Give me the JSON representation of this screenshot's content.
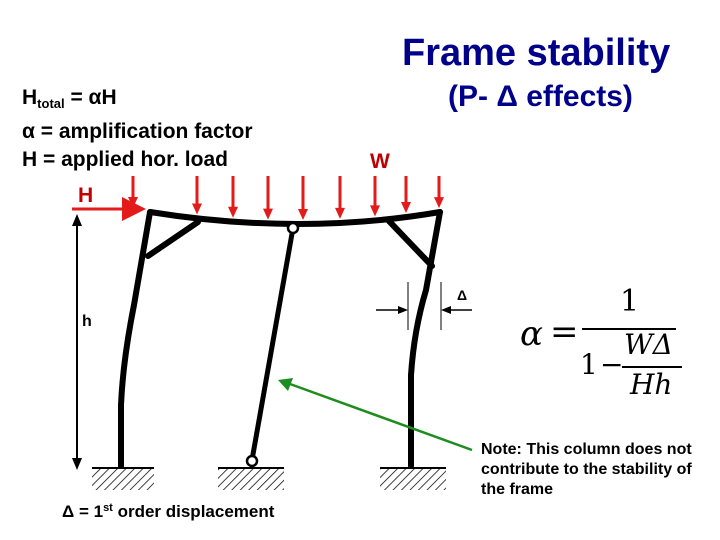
{
  "title": "Frame stability",
  "subtitle": "(P- Δ effects)",
  "definitions": {
    "line1_prefix": "H",
    "line1_sub": "total",
    "line1_suffix": " = αH",
    "line2": "α = amplification factor",
    "line3": "H = applied hor. load"
  },
  "labels": {
    "W": "W",
    "H": "H",
    "h": "h",
    "delta": "Δ"
  },
  "formula": {
    "lhs": "α",
    "equals": "=",
    "numerator": "1",
    "one": "1",
    "minus": "−",
    "inner_numerator": "WΔ",
    "inner_denominator": "Hh"
  },
  "caption": {
    "prefix": "Δ = 1",
    "sup": "st",
    "suffix": " order displacement"
  },
  "note": "Note: This column does not contribute to the stability of the frame",
  "colors": {
    "load": "#E31B1B",
    "arrow_note": "#1E8C1E",
    "title": "#00008B",
    "label": "#C00000"
  }
}
